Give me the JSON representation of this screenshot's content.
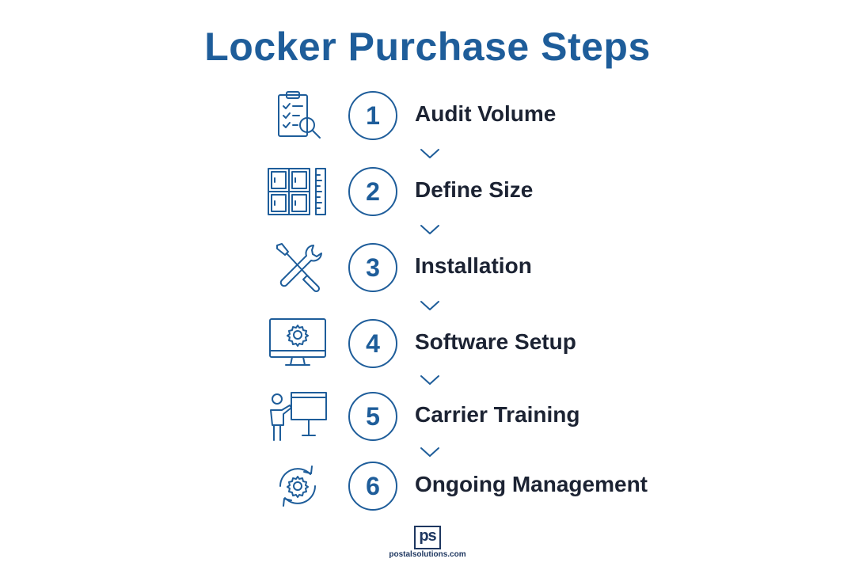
{
  "title": "Locker Purchase Steps",
  "colors": {
    "accent": "#1e5d9a",
    "text": "#1c2333",
    "logo": "#1e3760"
  },
  "steps": [
    {
      "number": "1",
      "label": "Audit Volume",
      "icon": "clipboard-search-icon"
    },
    {
      "number": "2",
      "label": "Define Size",
      "icon": "locker-ruler-icon"
    },
    {
      "number": "3",
      "label": "Installation",
      "icon": "tools-icon"
    },
    {
      "number": "4",
      "label": "Software Setup",
      "icon": "monitor-gear-icon"
    },
    {
      "number": "5",
      "label": "Carrier Training",
      "icon": "presenter-board-icon"
    },
    {
      "number": "6",
      "label": "Ongoing Management",
      "icon": "gear-cycle-icon"
    }
  ],
  "logo": {
    "mark": "ps",
    "text": "postalsolutions.com"
  }
}
